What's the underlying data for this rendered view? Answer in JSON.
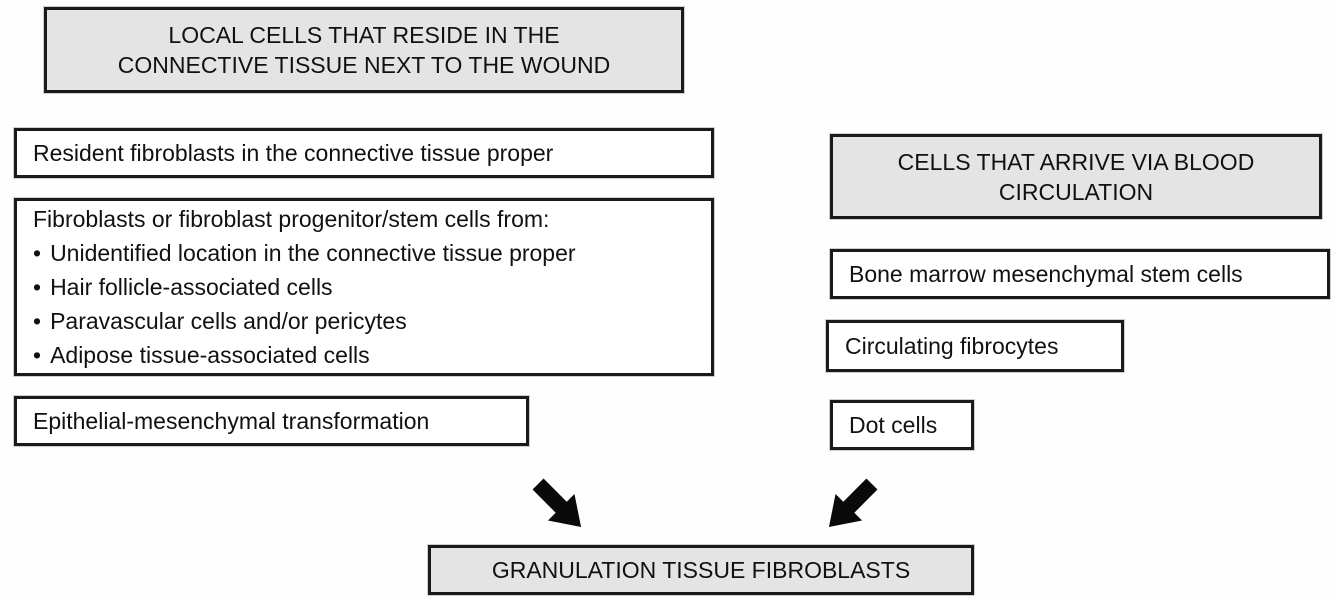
{
  "diagram": {
    "left_column": {
      "header": "LOCAL CELLS THAT RESIDE IN THE\nCONNECTIVE TISSUE NEXT TO THE WOUND",
      "resident_box": "Resident fibroblasts in the connective tissue proper",
      "progenitor_box": {
        "title": "Fibroblasts or fibroblast progenitor/stem cells from:",
        "bullet_char": "•",
        "items": [
          "Unidentified location in the connective tissue proper",
          "Hair follicle-associated cells",
          "Paravascular cells and/or pericytes",
          "Adipose tissue-associated cells"
        ]
      },
      "emt_box": "Epithelial-mesenchymal transformation"
    },
    "right_column": {
      "header": "CELLS THAT ARRIVE VIA BLOOD\nCIRCULATION",
      "bone_marrow_box": "Bone marrow mesenchymal stem cells",
      "fibrocytes_box": "Circulating fibrocytes",
      "dot_cells_box": "Dot cells"
    },
    "result_box": "GRANULATION TISSUE FIBROBLASTS",
    "colors": {
      "header_fill": "#e4e4e4",
      "box_fill": "#ffffff",
      "border": "#1a1a1a",
      "arrow": "#0a0a0a",
      "text": "#111111"
    }
  }
}
